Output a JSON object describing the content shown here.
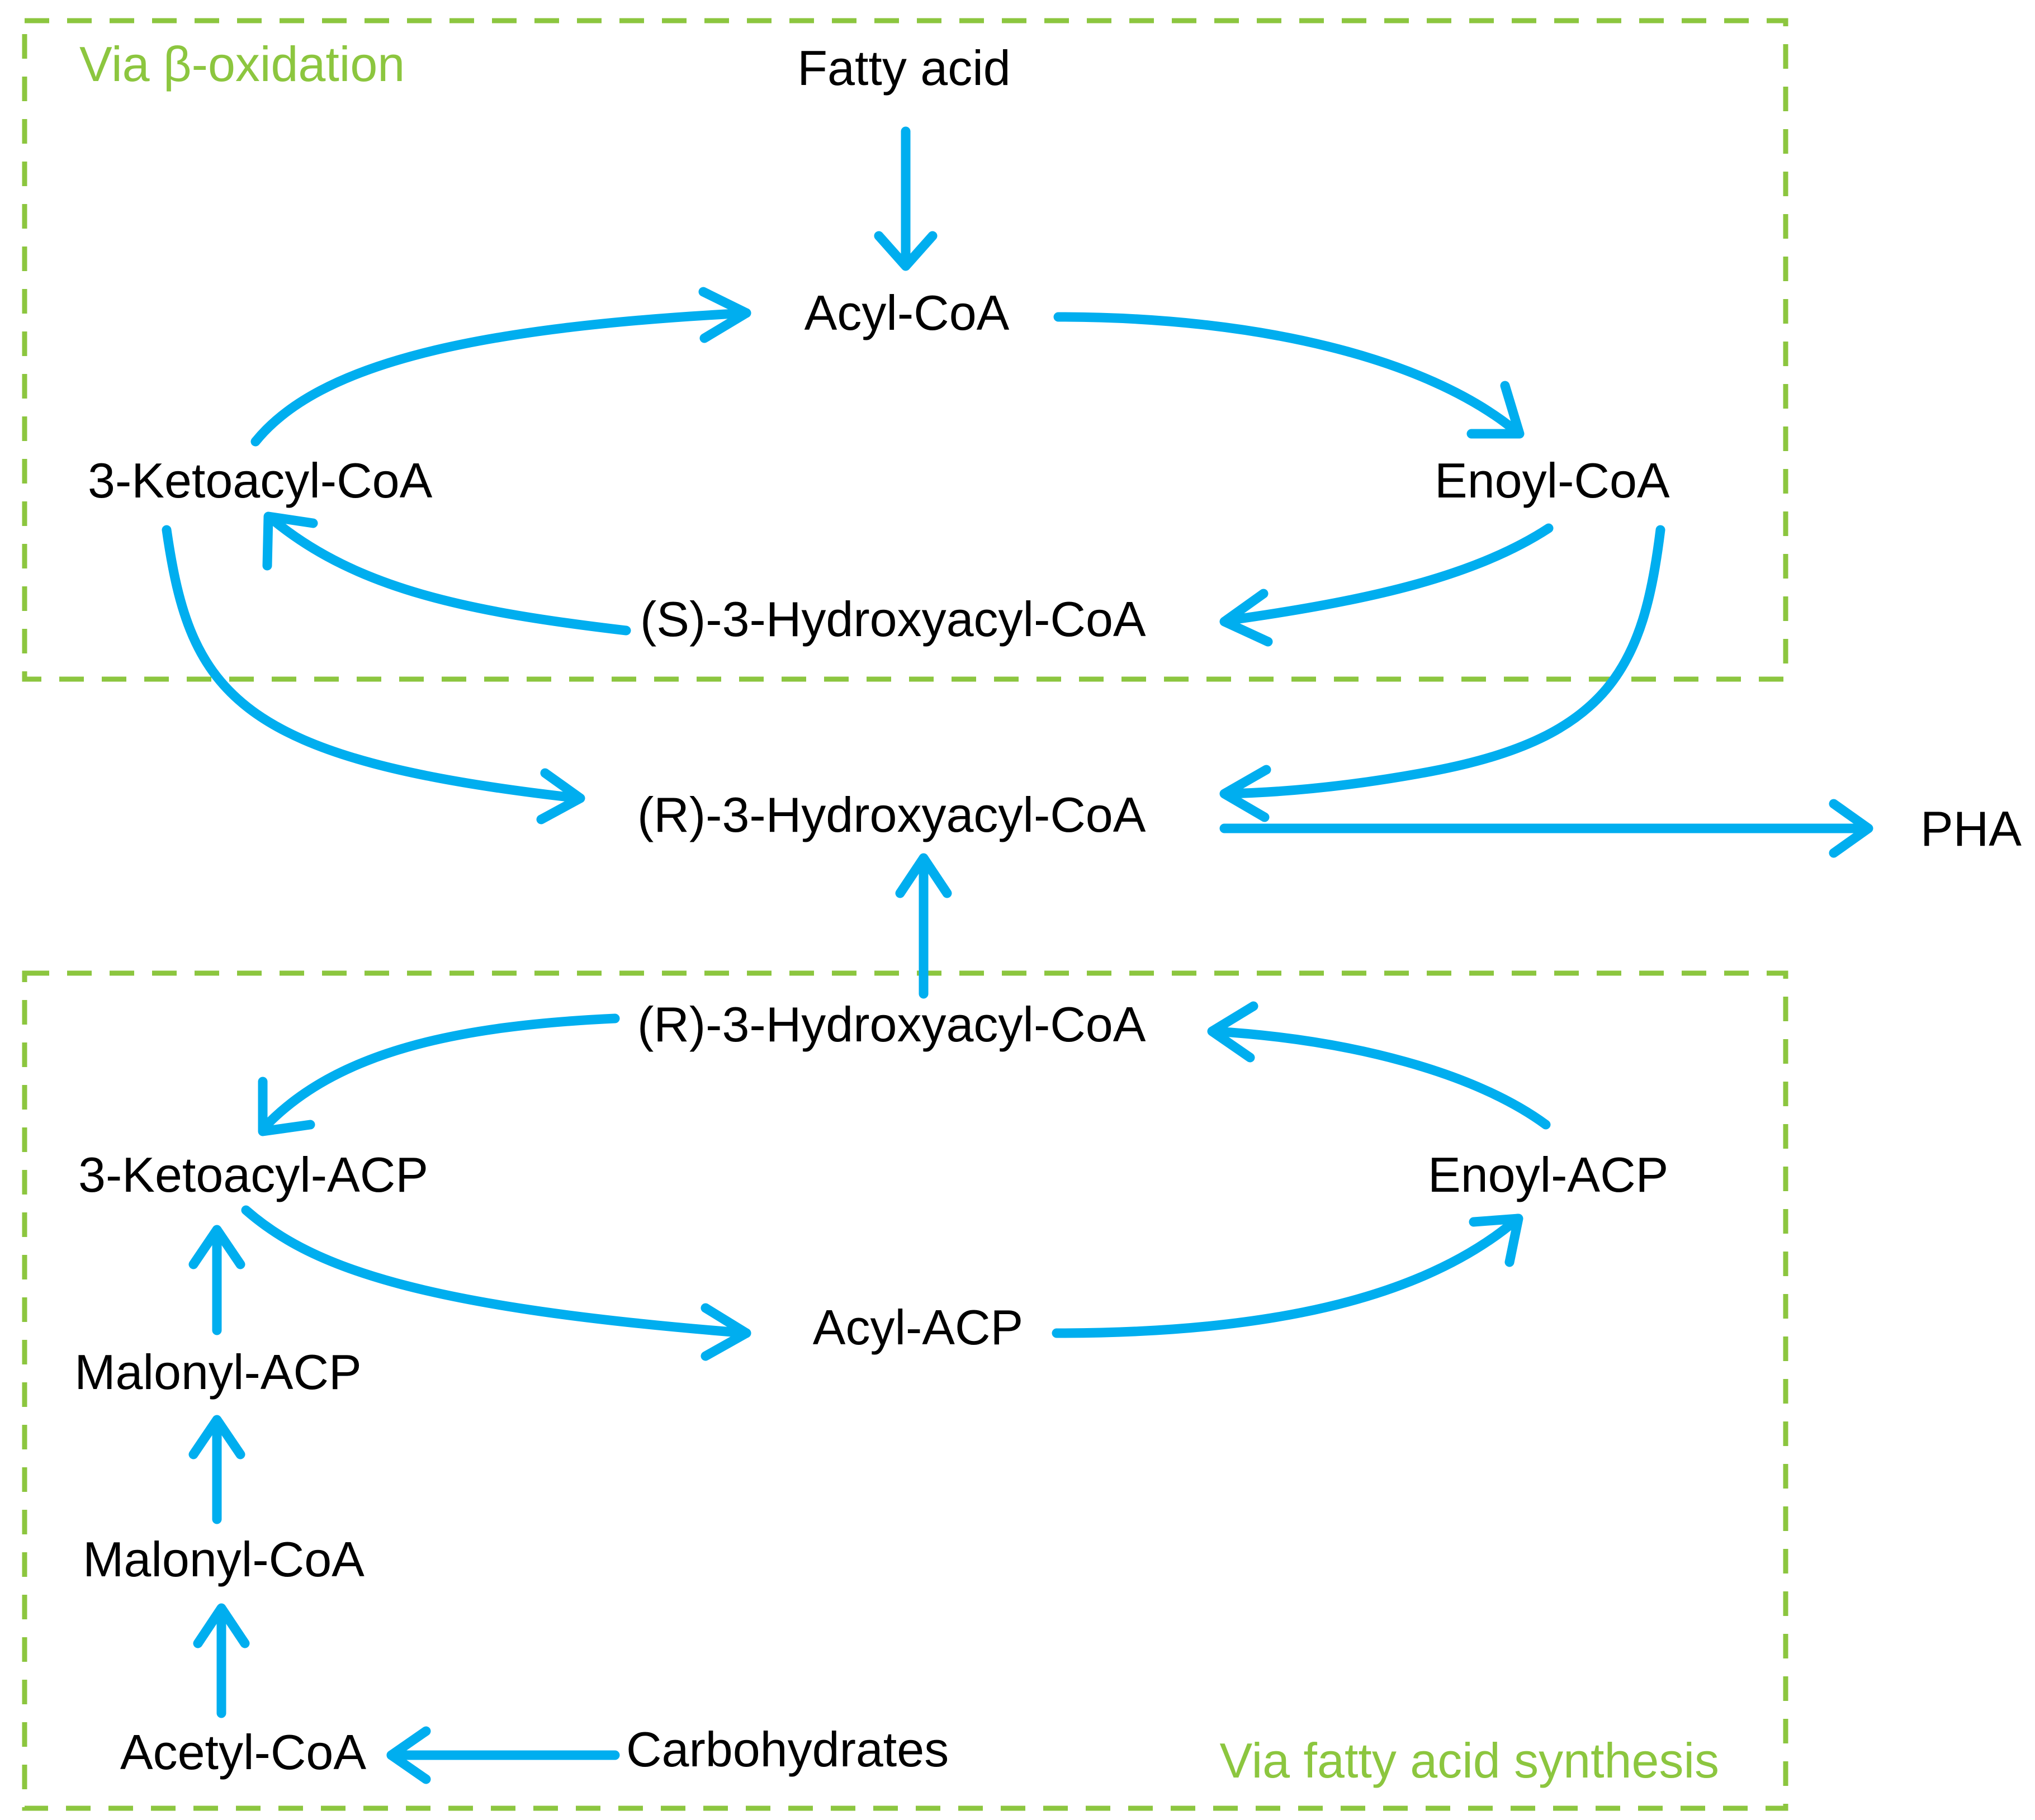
{
  "colors": {
    "arrow": "#00aeef",
    "region_border": "#8cc63f",
    "region_title": "#8cc63f",
    "text": "#000000"
  },
  "regions": {
    "beta_oxidation": {
      "title": "Via β-oxidation"
    },
    "fatty_acid_synthesis": {
      "title": "Via fatty acid synthesis"
    }
  },
  "nodes": {
    "fatty_acid": "Fatty acid",
    "acyl_coa": "Acyl-CoA",
    "ketoacyl_coa": "3-Ketoacyl-CoA",
    "enoyl_coa": "Enoyl-CoA",
    "s_hydroxyacyl_coa": "(S)-3-Hydroxyacyl-CoA",
    "r_hydroxyacyl_coa": "(R)-3-Hydroxyacyl-CoA",
    "pha": "PHA",
    "r_hydroxyacyl_coa_fas": "(R)-3-Hydroxyacyl-CoA",
    "ketoacyl_acp": "3-Ketoacyl-ACP",
    "enoyl_acp": "Enoyl-ACP",
    "acyl_acp": "Acyl-ACP",
    "malonyl_acp": "Malonyl-ACP",
    "malonyl_coa": "Malonyl-CoA",
    "acetyl_coa": "Acetyl-CoA",
    "carbohydrates": "Carbohydrates"
  },
  "edges": [
    {
      "from": "fatty_acid",
      "to": "acyl_coa"
    },
    {
      "from": "acyl_coa",
      "to": "enoyl_coa"
    },
    {
      "from": "enoyl_coa",
      "to": "s_hydroxyacyl_coa"
    },
    {
      "from": "s_hydroxyacyl_coa",
      "to": "ketoacyl_coa"
    },
    {
      "from": "ketoacyl_coa",
      "to": "acyl_coa"
    },
    {
      "from": "ketoacyl_coa",
      "to": "r_hydroxyacyl_coa"
    },
    {
      "from": "enoyl_coa",
      "to": "r_hydroxyacyl_coa"
    },
    {
      "from": "r_hydroxyacyl_coa",
      "to": "pha"
    },
    {
      "from": "r_hydroxyacyl_coa_fas",
      "to": "r_hydroxyacyl_coa"
    },
    {
      "from": "carbohydrates",
      "to": "acetyl_coa"
    },
    {
      "from": "acetyl_coa",
      "to": "malonyl_coa"
    },
    {
      "from": "malonyl_coa",
      "to": "malonyl_acp"
    },
    {
      "from": "malonyl_acp",
      "to": "ketoacyl_acp"
    },
    {
      "from": "ketoacyl_acp",
      "to": "acyl_acp"
    },
    {
      "from": "acyl_acp",
      "to": "enoyl_acp"
    },
    {
      "from": "enoyl_acp",
      "to": "r_hydroxyacyl_coa_fas"
    },
    {
      "from": "r_hydroxyacyl_coa_fas",
      "to": "ketoacyl_acp"
    }
  ]
}
